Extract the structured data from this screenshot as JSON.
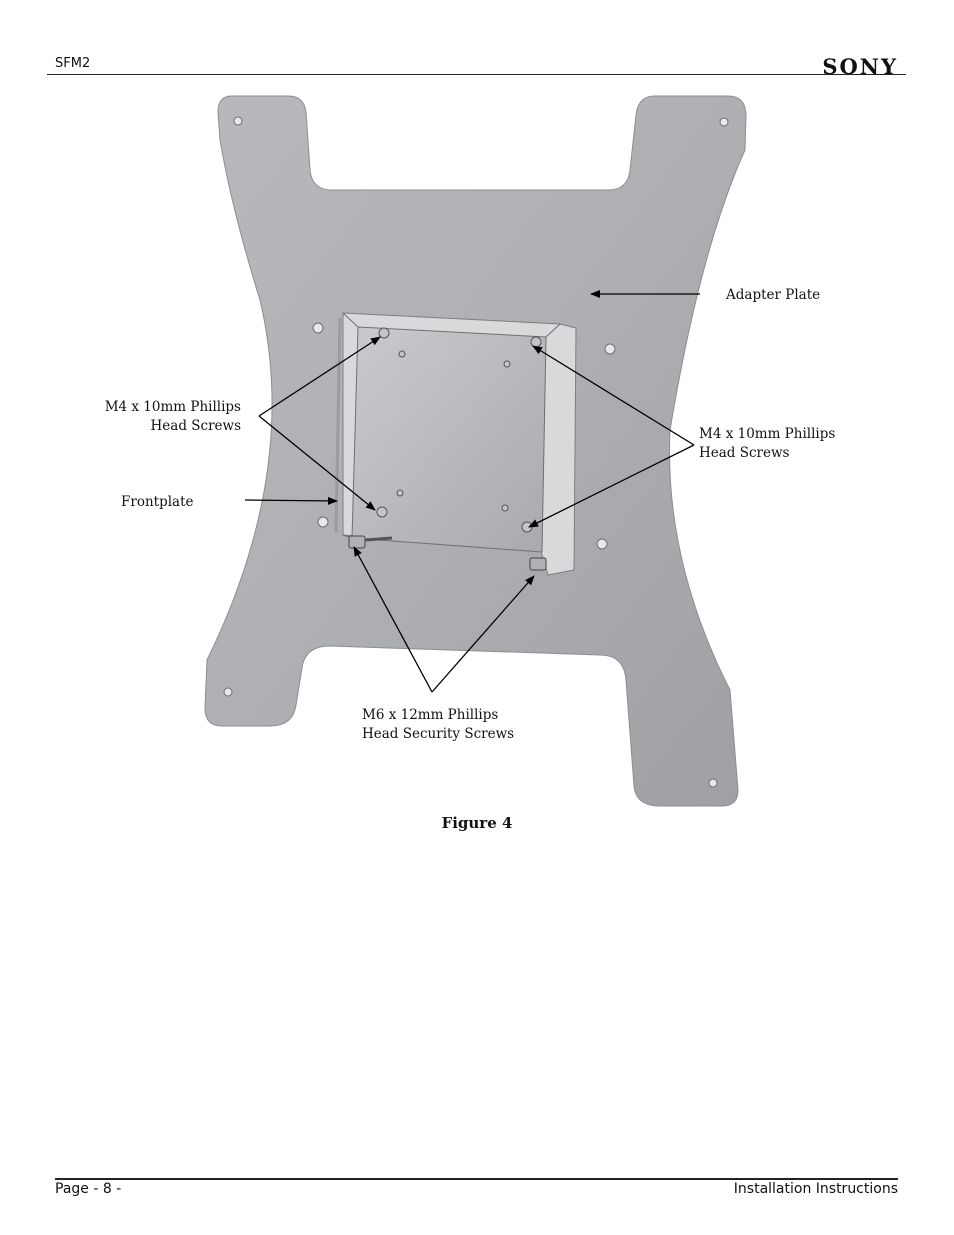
{
  "header": {
    "model": "SFM2",
    "brand": "SONY"
  },
  "figure": {
    "caption": "Figure 4",
    "labels": {
      "adapter_plate": "Adapter Plate",
      "screws_left_line1": "M4 x 10mm Phillips",
      "screws_left_line2": "Head Screws",
      "screws_right_line1": "M4 x 10mm Phillips",
      "screws_right_line2": "Head Screws",
      "frontplate": "Frontplate",
      "security_line1": "M6 x 12mm Phillips",
      "security_line2": "Head Security Screws"
    }
  },
  "footer": {
    "page": "Page - 8 -",
    "section": "Installation Instructions"
  }
}
